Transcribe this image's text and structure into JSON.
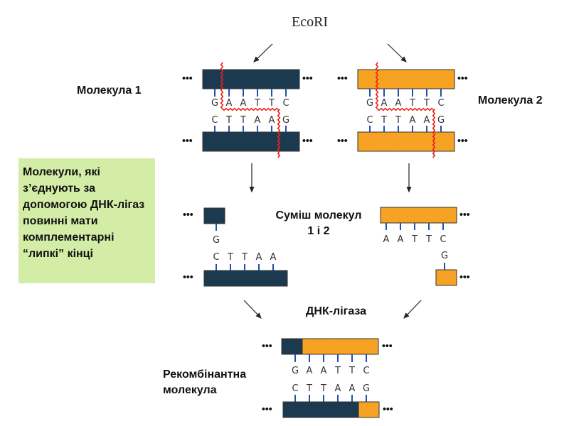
{
  "diagram": {
    "enzyme_label": "EcoRI",
    "molecule1_label": "Молекула 1",
    "molecule2_label": "Молекула 2",
    "mixture_label_line1": "Суміш молекул",
    "mixture_label_line2": "1 і 2",
    "ligase_label": "ДНК-лігаза",
    "recombinant_label_line1": "Рекомбінантна",
    "recombinant_label_line2": "молекула",
    "note_text": "Молекули, які з’єднують за допомогою ДНК-лігаз повинні мати комплементарні “липкі” кінці",
    "top_strand_sequence": [
      "G",
      "A",
      "A",
      "T",
      "T",
      "C"
    ],
    "bottom_strand_sequence": [
      "C",
      "T",
      "T",
      "A",
      "A",
      "G"
    ],
    "fragment1_top_overhang": [
      "G"
    ],
    "fragment1_bottom_overhang": [
      "C",
      "T",
      "T",
      "A",
      "A"
    ],
    "fragment2_top_overhang": [
      "A",
      "A",
      "T",
      "T",
      "C"
    ],
    "fragment2_bottom_overhang": [
      "G"
    ],
    "ellipsis": "•••",
    "colors": {
      "molecule1": "#1c3a4f",
      "molecule2": "#f7a427",
      "cut_line": "#e8221b",
      "bond": "#2050b0",
      "note_bg": "#d4eda6"
    }
  }
}
